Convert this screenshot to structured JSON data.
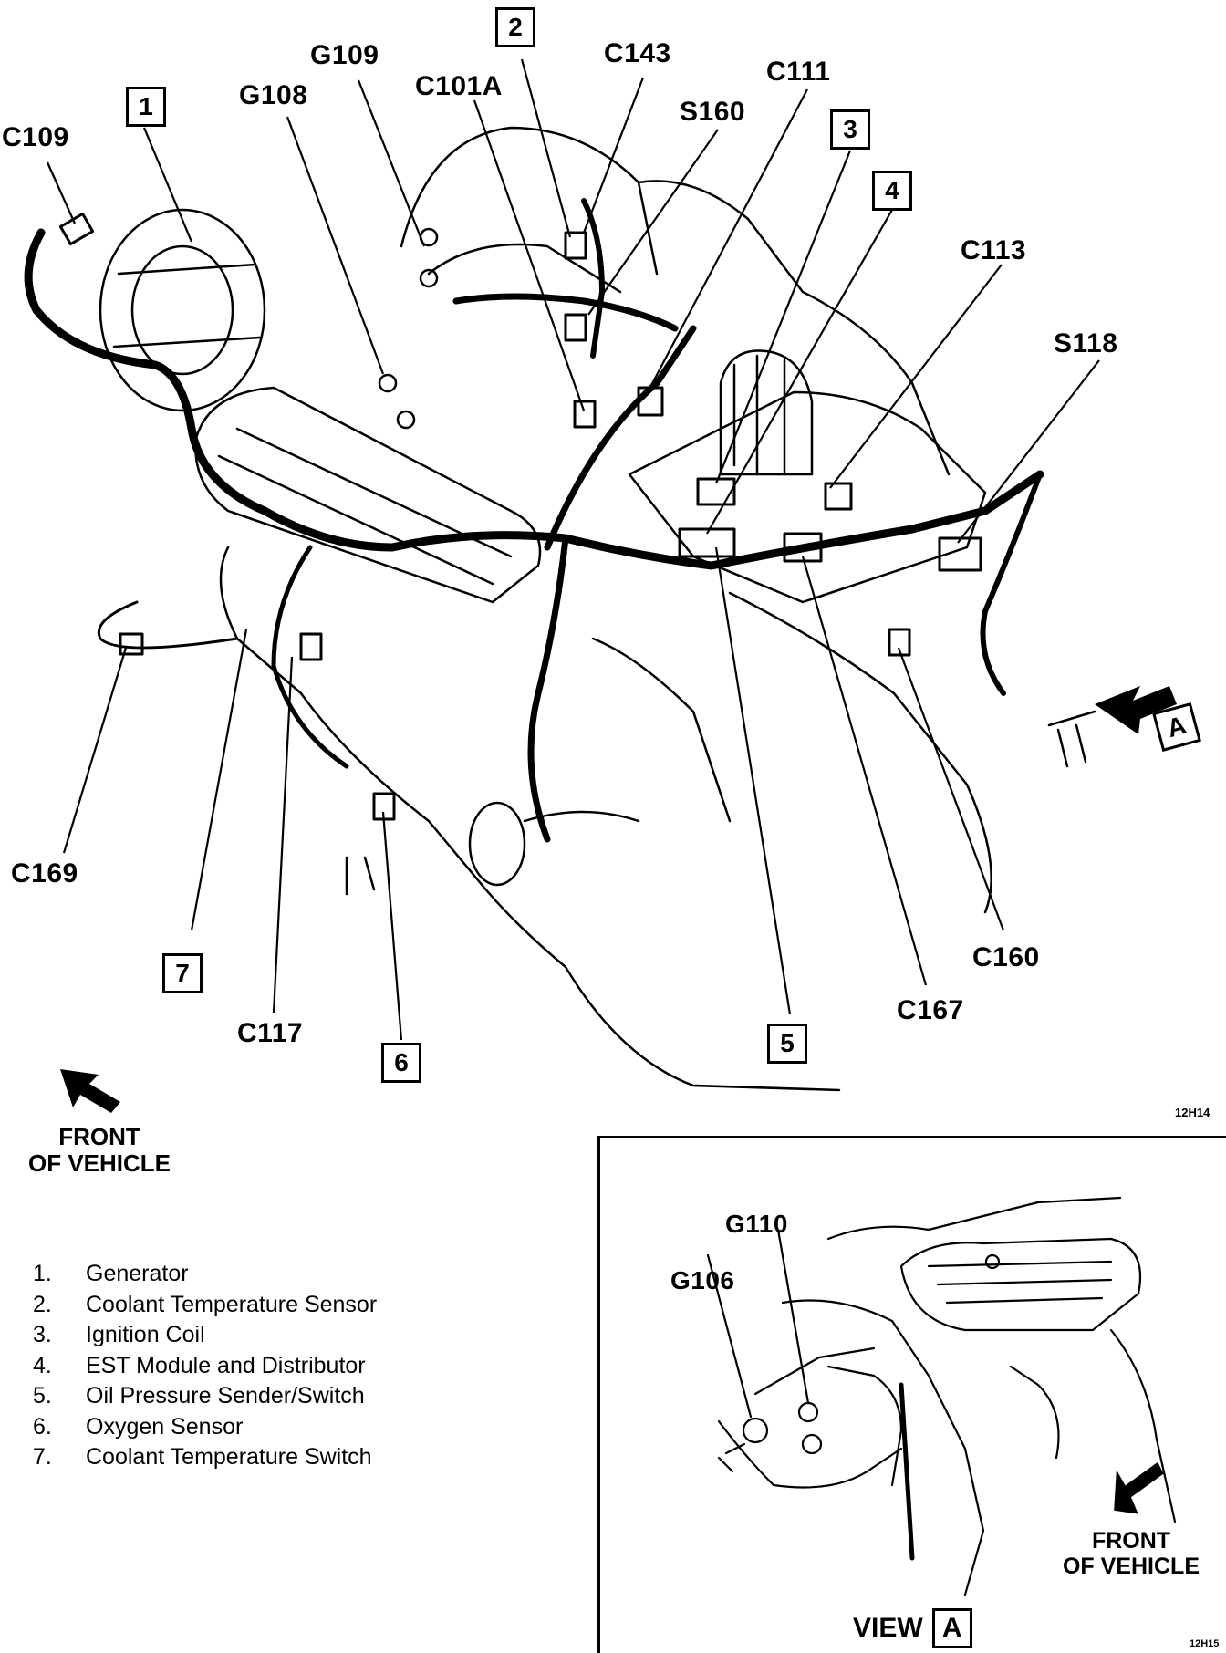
{
  "main_callouts": {
    "c109": "C109",
    "g108": "G108",
    "g109": "G109",
    "c101a": "C101A",
    "c143": "C143",
    "c111": "C111",
    "s160": "S160",
    "c113": "C113",
    "s118": "S118",
    "c169": "C169",
    "c117": "C117",
    "c160": "C160",
    "c167": "C167"
  },
  "number_boxes": {
    "n1": "1",
    "n2": "2",
    "n3": "3",
    "n4": "4",
    "n5": "5",
    "n6": "6",
    "n7": "7"
  },
  "view_marker": "A",
  "main_figure_code": "12H14",
  "front_of_vehicle": {
    "line1": "FRONT",
    "line2": "OF VEHICLE"
  },
  "legend": [
    {
      "num": "1.",
      "label": "Generator"
    },
    {
      "num": "2.",
      "label": "Coolant Temperature Sensor"
    },
    {
      "num": "3.",
      "label": "Ignition Coil"
    },
    {
      "num": "4.",
      "label": "EST Module and Distributor"
    },
    {
      "num": "5.",
      "label": "Oil Pressure Sender/Switch"
    },
    {
      "num": "6.",
      "label": "Oxygen Sensor"
    },
    {
      "num": "7.",
      "label": "Coolant Temperature Switch"
    }
  ],
  "inset": {
    "g110": "G110",
    "g106": "G106",
    "front_line1": "FRONT",
    "front_line2": "OF VEHICLE",
    "view_text": "VIEW",
    "view_letter": "A",
    "figure_code": "12H15"
  }
}
